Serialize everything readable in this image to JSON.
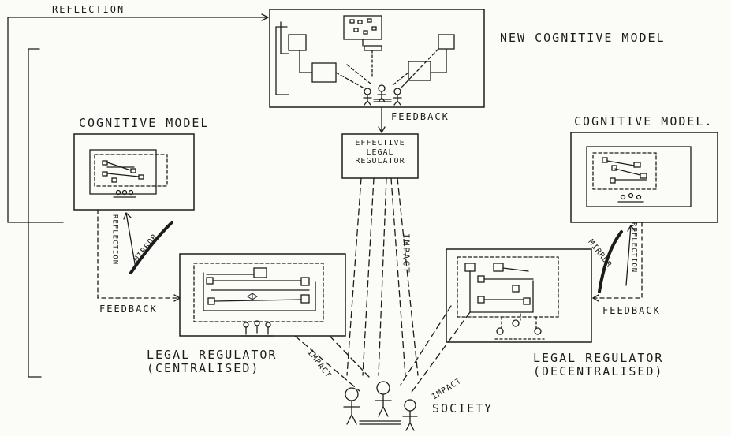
{
  "labels": {
    "reflection_top": "REFLECTION",
    "new_model": "NEW COGNITIVE MODEL",
    "cog_left": "COGNITIVE MODEL",
    "cog_right": "COGNITIVE MODEL.",
    "feedback_center": "FEEDBACK",
    "effective_l1": "EFFECTIVE",
    "effective_l2": "LEGAL",
    "effective_l3": "REGULATOR",
    "impact_center": "IMPACT",
    "reflection_left": "REFLECTION",
    "mirror_left": "MIRROR",
    "reflection_right": "REFLECTION",
    "mirror_right": "MIRROR",
    "feedback_left": "FEEDBACK",
    "feedback_right": "FEEDBACK",
    "legal_central_l1": "LEGAL REGULATOR",
    "legal_central_l2": "(CENTRALISED)",
    "legal_decentral_l1": "LEGAL REGULATOR",
    "legal_decentral_l2": "(DECENTRALISED)",
    "impact_left": "IMPACT",
    "impact_right": "IMPACT",
    "society": "SOCIETY"
  },
  "colors": {
    "ink": "#1c1c1c",
    "paper": "#fbfbf8"
  }
}
